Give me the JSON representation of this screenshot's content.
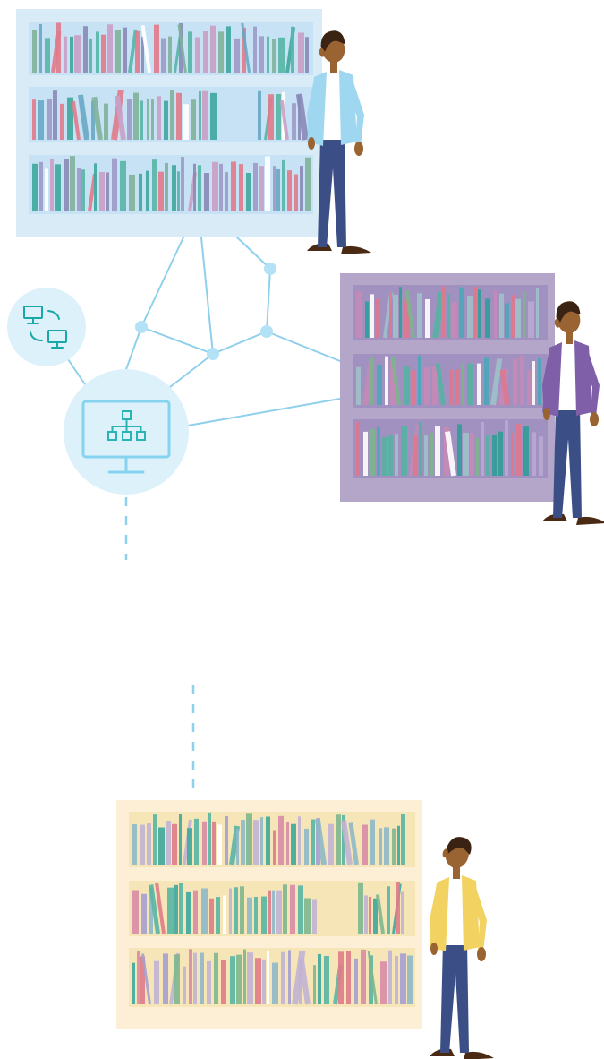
{
  "colors": {
    "background": "#ffffff",
    "network_line": "#8fd0ec",
    "network_node": "#b3e2f6",
    "hub_circle": "#ddf1fb",
    "hub_icon": "#86d3f0",
    "share_icon": "#1aa7a7",
    "skin": "#9a6332",
    "hair": "#3a2312",
    "pants": "#3b4f86",
    "shoe": "#4a2a12"
  },
  "bookcases": [
    {
      "name": "top-left",
      "frame": "#d8ebf7",
      "shelf": "#c3e0f3",
      "person_jacket": "#9fd6f0",
      "book_palette": [
        "#7fb39a",
        "#e07a8a",
        "#9d9ac7",
        "#57b6a6",
        "#68a9c4",
        "#8a8ab8",
        "#3ea79f",
        "#c9a0c4"
      ]
    },
    {
      "name": "right",
      "frame": "#b3a6c9",
      "shelf": "#9d8dbf",
      "person_jacket": "#7e5fa8",
      "book_palette": [
        "#55b3a3",
        "#e0788d",
        "#7cb68c",
        "#b9a8d4",
        "#4aa9b9",
        "#c58ab6",
        "#2f9f98",
        "#9dc2c9"
      ]
    },
    {
      "name": "bottom",
      "frame": "#fcefd5",
      "shelf": "#f4e3b2",
      "person_jacket": "#f2d260",
      "book_palette": [
        "#58b5a3",
        "#e07b8a",
        "#a59ed0",
        "#7fb68e",
        "#c2b2d4",
        "#3ea79f",
        "#d98ca6",
        "#8fb8c8"
      ]
    }
  ],
  "icons": {
    "hub": "monitor-network-icon",
    "share": "computer-share-icon"
  }
}
